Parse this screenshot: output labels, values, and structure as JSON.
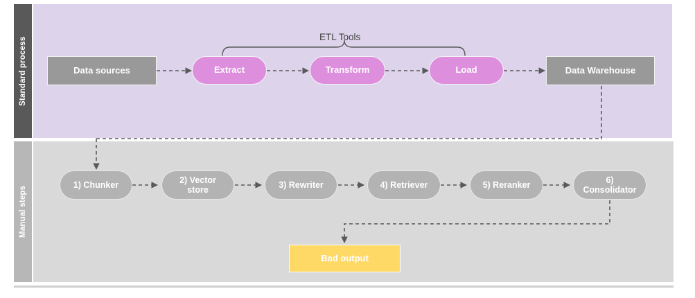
{
  "diagram": {
    "title_bracket": {
      "label": "ETL Tools"
    },
    "lanes": [
      {
        "id": "standard-process",
        "label": "Standard process",
        "label_bar_color": "#595959",
        "body_color": "#DDD4EC"
      },
      {
        "id": "manual-steps",
        "label": "Manual steps",
        "label_bar_color": "#B7B7B7",
        "body_color": "#D9D9D9"
      }
    ],
    "standard_process_nodes": [
      {
        "id": "data-sources",
        "label": "Data sources",
        "shape": "rect",
        "color": "#999999"
      },
      {
        "id": "extract",
        "label": "Extract",
        "shape": "pill",
        "color": "#DD8FDE"
      },
      {
        "id": "transform",
        "label": "Transform",
        "shape": "pill",
        "color": "#DD8FDE"
      },
      {
        "id": "load",
        "label": "Load",
        "shape": "pill",
        "color": "#DD8FDE"
      },
      {
        "id": "data-warehouse",
        "label": "Data Warehouse",
        "shape": "rect",
        "color": "#999999"
      }
    ],
    "manual_steps_nodes": [
      {
        "id": "chunker",
        "label": "1) Chunker",
        "shape": "pill",
        "color": "#B3B3B3"
      },
      {
        "id": "vector-store",
        "label": "2) Vector\nstore",
        "shape": "pill",
        "color": "#B3B3B3"
      },
      {
        "id": "rewriter",
        "label": "3) Rewriter",
        "shape": "pill",
        "color": "#B3B3B3"
      },
      {
        "id": "retriever",
        "label": "4) Retriever",
        "shape": "pill",
        "color": "#B3B3B3"
      },
      {
        "id": "reranker",
        "label": "5) Reranker",
        "shape": "pill",
        "color": "#B3B3B3"
      },
      {
        "id": "consolidator",
        "label": "6)\nConsolidator",
        "shape": "pill",
        "color": "#B3B3B3"
      }
    ],
    "output_node": {
      "id": "bad-output",
      "label": "Bad output",
      "shape": "rect",
      "color": "#FFD966"
    },
    "connector_style": {
      "stroke": "#595959",
      "dash": "5 4",
      "arrowhead": "filled-triangle"
    }
  }
}
